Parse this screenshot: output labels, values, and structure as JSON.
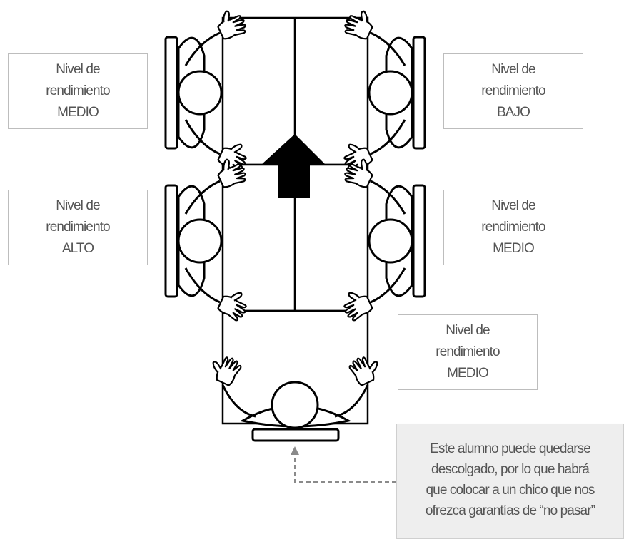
{
  "labels": {
    "top_left": [
      "Nivel de",
      "rendimiento",
      "MEDIO"
    ],
    "top_right": [
      "Nivel de",
      "rendimiento",
      "BAJO"
    ],
    "mid_left": [
      "Nivel de",
      "rendimiento",
      "ALTO"
    ],
    "mid_right": [
      "Nivel de",
      "rendimiento",
      "MEDIO"
    ],
    "bottom_right": [
      "Nivel de",
      "rendimiento",
      "MEDIO"
    ]
  },
  "note": {
    "lines": [
      "Este alumno puede quedarse",
      "descolgado, por lo que habrá",
      "que colocar a un chico que nos",
      "ofrezca garantías de “no pasar”"
    ]
  },
  "colors": {
    "outline": "#000000",
    "label_border": "#bdbdbd",
    "label_text": "#555555",
    "note_background": "#eeeeee",
    "dashed_arrow": "#8a8a8a"
  }
}
